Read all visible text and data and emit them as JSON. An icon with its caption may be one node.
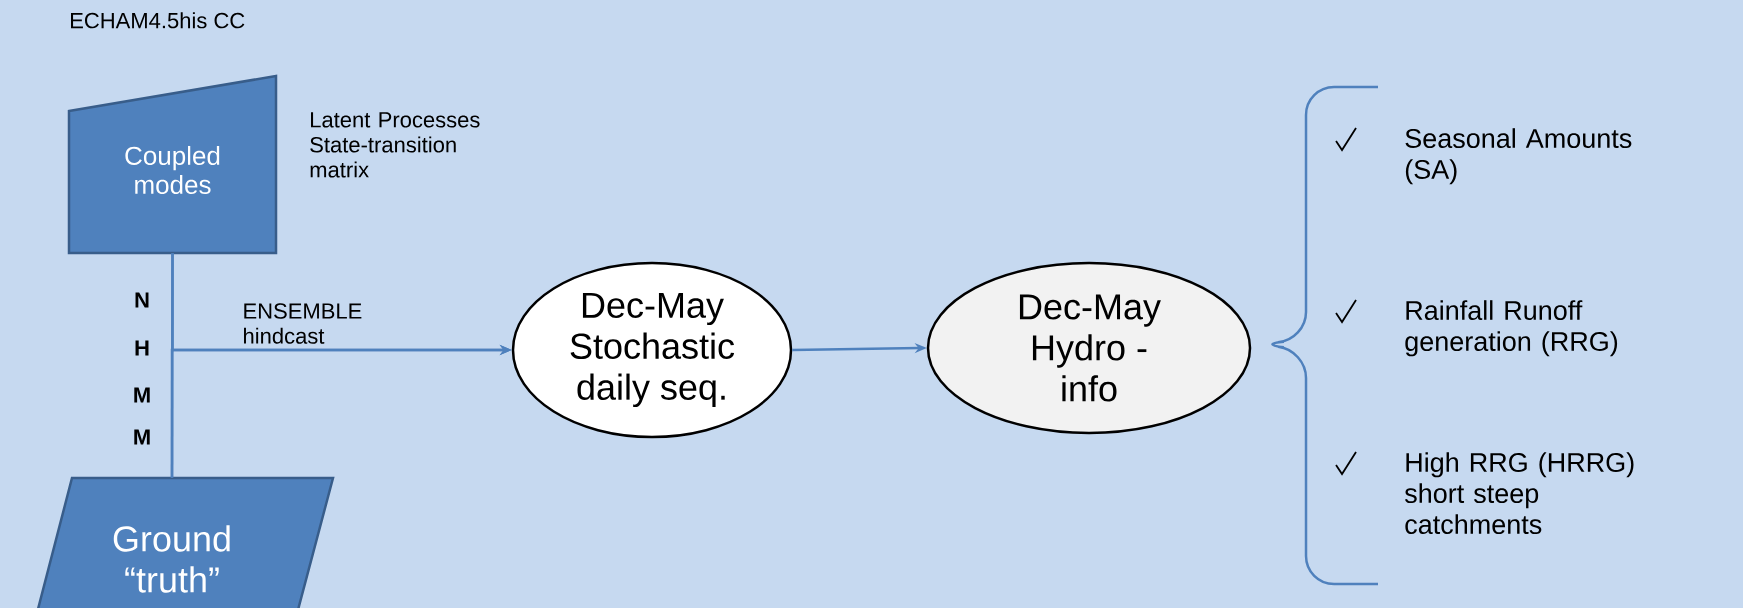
{
  "diagram": {
    "title": "ECHAM4.5his CC",
    "nodes": [
      {
        "text": [
          "Coupled modes"
        ],
        "beside": [
          "Latent Processes State-transition matrix"
        ]
      },
      {
        "text": [
          "Ground “truth”"
        ]
      },
      {
        "text": [
          "Dec-May Stochastic daily seq."
        ]
      },
      {
        "text": [
          "Dec-May Hydro - info"
        ]
      }
    ],
    "edges": [
      {
        "from": 0,
        "to": 1,
        "arrow": "none"
      },
      {
        "from": 0,
        "to": 2,
        "arrow": "to",
        "label": "ENSEMBLE hindcast"
      },
      {
        "from": 1,
        "to": 2,
        "arrow": "to"
      },
      {
        "from": 2,
        "to": 3,
        "arrow": "to"
      }
    ],
    "labels": [
      "N",
      "H",
      "M",
      "M",
      "Seasonal Amounts (SA)",
      "Rainfall Runoff generation (RRG)",
      "High RRG (HRRG) short steep catchments"
    ]
  }
}
